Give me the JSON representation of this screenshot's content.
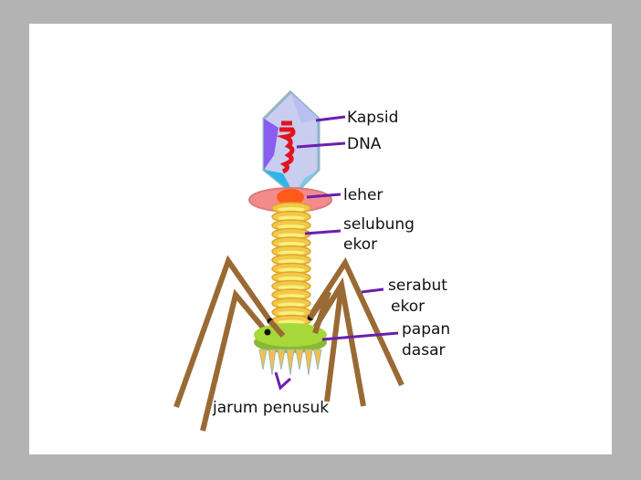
{
  "labels": {
    "capsid": "Kapsid",
    "dna": "DNA",
    "collar": "leher",
    "sheath_1": "selubung",
    "sheath_2": "ekor",
    "fibers_1": "serabut",
    "fibers_2": "ekor",
    "baseplate_1": "papan",
    "baseplate_2": "dasar",
    "pins": "jarum penusuk"
  },
  "colors": {
    "background": "#b3b3b3",
    "panel": "#ffffff",
    "pointer_lines": "#6a1fb0",
    "tail_fibers": "#9a6a34",
    "dna": "#e0141e",
    "sheath": "#f2c84a",
    "baseplate": "#9acd32"
  }
}
